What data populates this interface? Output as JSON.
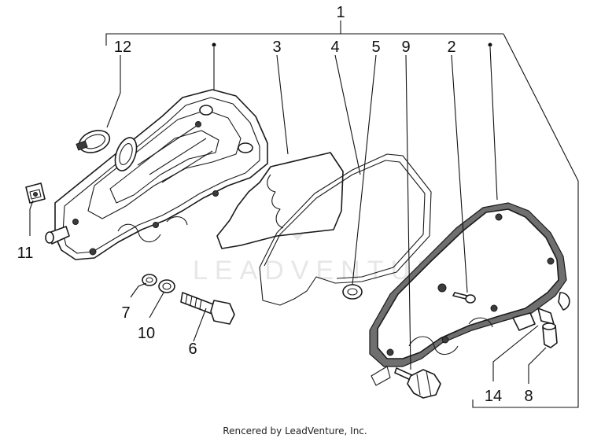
{
  "diagram": {
    "callouts": {
      "c1": "1",
      "c2": "2",
      "c3": "3",
      "c4": "4",
      "c5": "5",
      "c6": "6",
      "c7": "7",
      "c8": "8",
      "c9": "9",
      "c10": "10",
      "c11": "11",
      "c12": "12",
      "c14": "14"
    },
    "watermark": "LEADVENTURE",
    "footer": "Rencered by LeadVenture, Inc."
  }
}
